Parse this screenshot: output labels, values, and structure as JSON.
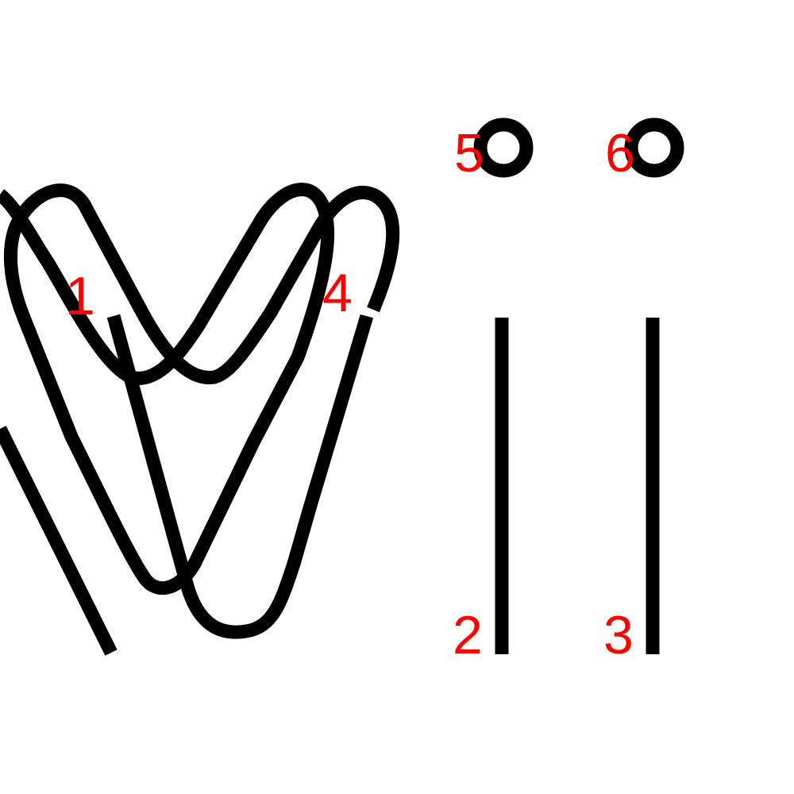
{
  "diagram": {
    "background": "#ffffff",
    "stroke_color": "#000000",
    "label_color": "#ff0000",
    "labels": {
      "one": "1",
      "two": "2",
      "three": "3",
      "four": "4",
      "five": "5",
      "six": "6"
    }
  }
}
